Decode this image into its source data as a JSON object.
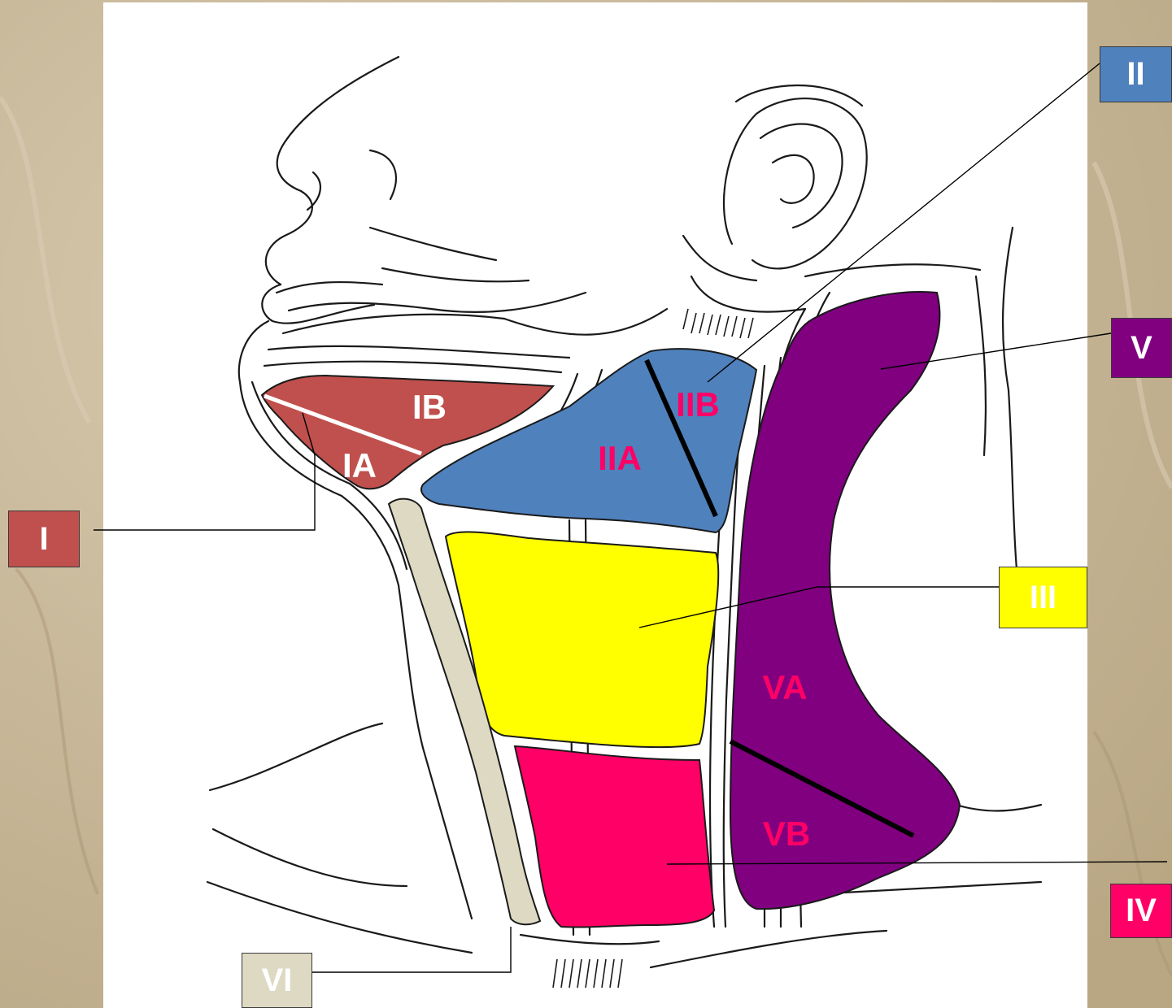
{
  "colors": {
    "level_I": "#c0504d",
    "level_II": "#4f81bd",
    "level_III": "#ffff00",
    "level_IV": "#ff0066",
    "level_V": "#800080",
    "level_VI": "#ddd9c3",
    "sublabel": "#ff0066",
    "background": "#c9b89c"
  },
  "level_boxes": {
    "I": "I",
    "II": "II",
    "III": "III",
    "IV": "IV",
    "V": "V",
    "VI": "VI"
  },
  "sublevels": {
    "IA": "IA",
    "IB": "IB",
    "IIA": "IIA",
    "IIB": "IIB",
    "VA": "VA",
    "VB": "VB"
  }
}
